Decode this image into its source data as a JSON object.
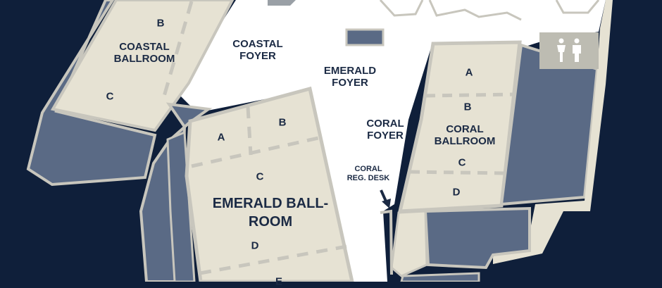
{
  "colors": {
    "background": "#0f1f3a",
    "corridor": "#ffffff",
    "room": "#e6e2d3",
    "service": "#5a6a85",
    "outline": "#c8c6bd",
    "restroom": "#bdbcb2",
    "text": "#1b2a44"
  },
  "rooms": {
    "coastal_ballroom": {
      "name": "COASTAL\nBALLROOM",
      "sections": [
        "B",
        "C"
      ]
    },
    "emerald_ballroom": {
      "name": "EMERALD BALL-\nROOM",
      "sections": [
        "A",
        "B",
        "C",
        "D",
        "E"
      ]
    },
    "coral_ballroom": {
      "name": "CORAL\nBALLROOM",
      "sections": [
        "A",
        "B",
        "C",
        "D"
      ]
    }
  },
  "foyers": {
    "coastal": "COASTAL\nFOYER",
    "emerald": "EMERALD\nFOYER",
    "coral": "CORAL\nFOYER"
  },
  "reg_desk": "CORAL\nREG. DESK",
  "icons": {
    "restroom": "restroom-icon",
    "reg_desk_arrow": "arrow-down-icon"
  }
}
